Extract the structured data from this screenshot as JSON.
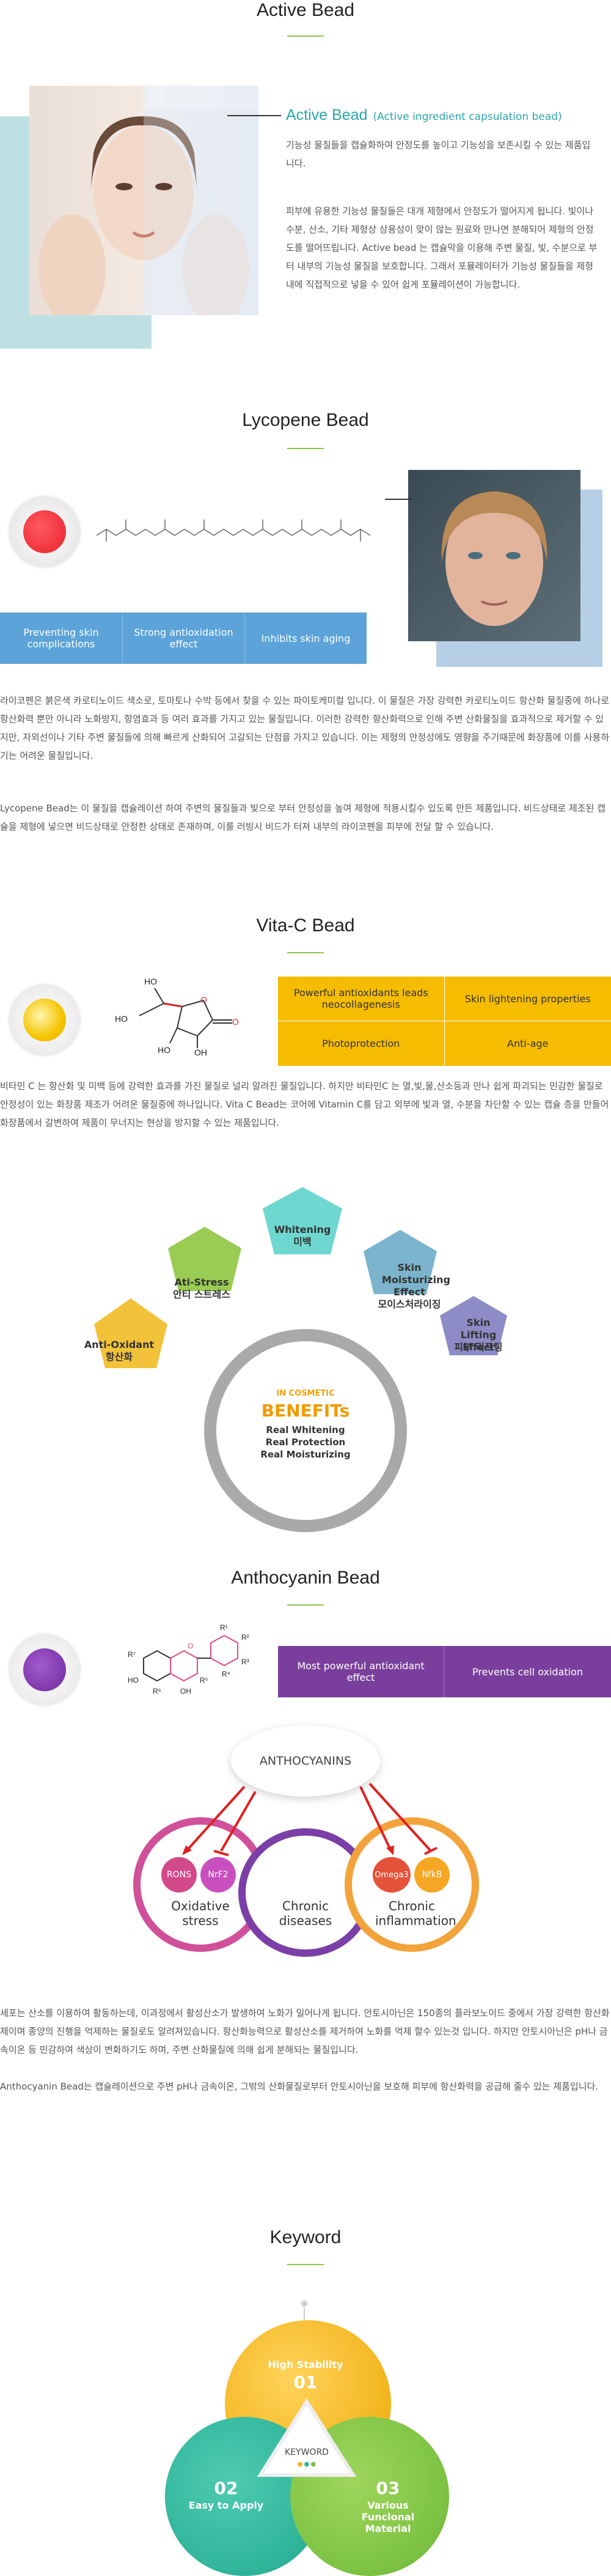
{
  "active": {
    "title": "Active Bead",
    "heading": "Active Bead",
    "heading_sub": "(Active ingredient capsulation bead)",
    "p1": "기능성 물질들을 캡슐화하여 안정도를 높이고 기능성을 보존시킬 수 있는 제품입니다.",
    "p2": "피부에 유용한 기능성 물질들은 대개 제형에서 안정도가 떨어지게 됩니다. 빛이나 수분, 산소, 기타 제형상 상용성이 맞이 않는 원료와 만나면 분해되어 제형의 안정도를 떨어뜨립니다. Active bead 는 캡슐막을 이용해 주변 물질, 빛, 수분으로 부터 내부의 기능성 물질을 보호합니다. 그래서 포뮬레이터가 기능성 물질들을 제형내에 직접적으로 넣을 수 있어 쉽게 포뮬레이션이 가능합니다."
  },
  "lycopene": {
    "title": "Lycopene Bead",
    "tags": [
      "Preventing skin complications",
      "Strong antioxidation effect",
      "Inhibits skin aging"
    ],
    "p1": "라이코펜은 붉은색 카로티노이드 색소로, 토마토나 수박 등에서 찾을 수 있는 파이토케미컬 입니다. 이 물질은 가장 강력한 카로티노이드 항산화 물질중에 하나로 항산화력 뿐만 아니라 노화방지, 항염효과 등 여러 효과를 가지고 있는 물질입니다. 이러한 강력한 항산화력으로 인해 주변 산화물질을 효과적으로 제거할 수 있지만, 자외선이나 기타 주변 물질들에 의해 빠르게 산화되어 고갈되는 단점을 가지고 있습니다. 이는 제형의 안정성에도 영향을 주기때문에 화장품에 이를 사용하기는 어려운 물질입니다.",
    "p2": " Lycopene Bead는 이 물질을 캡슐레이션 하여 주변의 물질들과 빛으로 부터 안정성을 높여 제형에 적용시킬수 있도록 만든 제품입니다. 비드상태로 제조된 캡슐을 제형에 넣으면 비드상태로 안정한 상태로 존재하며, 이를 러빙시 비드가 터져 내부의 라이코펜을 피부에 전달 할 수 있습니다."
  },
  "vitac": {
    "title": "Vita-C Bead",
    "chem": {
      "ho1": "HO",
      "ho2": "HO",
      "ho3": "HO",
      "oh": "OH",
      "o1": "O",
      "o2": "O"
    },
    "tags": [
      "Powerful antioxidants leads neocollagenesis",
      "Skin lightening properties",
      "Photoprotection",
      "Anti-age"
    ],
    "p1": "비타민 C 는 항산화 및 미백 등에 강력한 효과를 가진 물질로 널리 알려진 물질입니다. 하지만 비타민C 는 열,빛,물,산소등과 만나 쉽게 파괴되는 민감한 물질로 안정성이 있는 화장품 제조가 어려운 물질중에 하나입니다. Vita C Bead는 코어에 Vitamin C를 담고 외부에 빛과 열, 수분을 차단할 수 있는 캡슐 층을 만들어 화장품에서 갈변하여 제품이 무너지는 현상을 방지할 수 있는 제품입니다.",
    "benefits": {
      "center_top": "IN COSMETIC",
      "center_title": "BENEFITs",
      "center_lines": [
        "Real Whitening",
        "Real Protection",
        "Real Moisturizing"
      ],
      "items": [
        {
          "en": "Anti-Oxidant",
          "ko": "항산화",
          "color": "#f2c23a"
        },
        {
          "en": "Ati-Stress",
          "ko": "안티 스트레스",
          "color": "#9acb53"
        },
        {
          "en": "Whitening",
          "ko": "미백",
          "color": "#6dd7d0"
        },
        {
          "en": "Skin Moisturizing Effect",
          "ko": "모이스처라이징",
          "color": "#7bb4cc"
        },
        {
          "en": "Skin Lifting Effect",
          "ko": "피부 리프팅",
          "color": "#8e8cc6"
        }
      ]
    }
  },
  "antho": {
    "title": "Anthocyanin Bead",
    "chem": {
      "r1": "R¹",
      "r2": "R²",
      "r3": "R³",
      "r4": "R⁴",
      "r5": "R⁵",
      "r6": "R⁶",
      "r7": "R⁷",
      "ho": "HO",
      "oh": "OH",
      "o": "O"
    },
    "tags": [
      "Most powerful antioxidant effect",
      "Prevents cell oxidation"
    ],
    "diagram": {
      "top": "ANTHOCYANINS",
      "left_title": "Oxidative stress",
      "middle_title": "Chronic diseases",
      "right_title": "Chronic inflammation",
      "badges": [
        "RONS",
        "NrF2",
        "Omega3",
        "NfkB"
      ]
    },
    "p1": " 세포는 산소를 이용하여 활동하는데, 이과정에서 활성산소가 발생하여 노화가 일어나게 됩니다. 안토시아닌은 150종의 플라보노이드 중에서 가장 강력한 항산화제이며 종양의 진행을 억제하는 물질로도 알려져있습니다. 항산화능력으로 활성산소를 제거하여 노화를 억제 할수 있는것 입니다. 하지만 안토시아닌은 pH나 금속이온 등 민감하여 색상이 변화하기도 하며, 주변 산화물질에 의해 쉽게 분해되는 물질입니다.",
    "p2": "Anthocyanin Bead는 캡슐레이션으로 주변 pH나 금속이온, 그밖의 산화물질로부터 안토시아닌을 보호해 피부에 항산화력을 공급해 줄수 있는 제품입니다."
  },
  "keyword": {
    "title": "Keyword",
    "center": "KEYWORD",
    "items": [
      {
        "num": "01",
        "label": "High Stability",
        "color": "#f2b41c"
      },
      {
        "num": "02",
        "label": "Easy to Apply",
        "color": "#2fb49a"
      },
      {
        "num": "03",
        "label": "Various Funcional Material",
        "color": "#7cc242"
      }
    ]
  }
}
